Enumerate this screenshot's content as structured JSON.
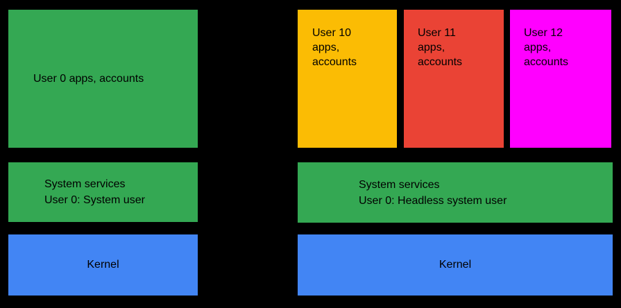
{
  "canvas": {
    "background": "#000000",
    "text_color": "#000000"
  },
  "left_stack": {
    "user_apps": {
      "label": "User 0 apps, accounts",
      "color": "#34A853"
    },
    "system_services": {
      "lines": [
        "System services",
        "User 0: System user"
      ],
      "color": "#34A853"
    },
    "kernel": {
      "label": "Kernel",
      "color": "#4285F4"
    }
  },
  "right_stack": {
    "user_boxes": [
      {
        "lines": [
          "User 10",
          "apps,",
          "accounts"
        ],
        "color": "#FBBC04"
      },
      {
        "lines": [
          "User 11",
          "apps,",
          "accounts"
        ],
        "color": "#EA4335"
      },
      {
        "lines": [
          "User 12",
          "apps,",
          "accounts"
        ],
        "color": "#FF00FF"
      }
    ],
    "system_services": {
      "lines": [
        "System services",
        "User 0: Headless system user"
      ],
      "color": "#34A853"
    },
    "kernel": {
      "label": "Kernel",
      "color": "#4285F4"
    }
  }
}
